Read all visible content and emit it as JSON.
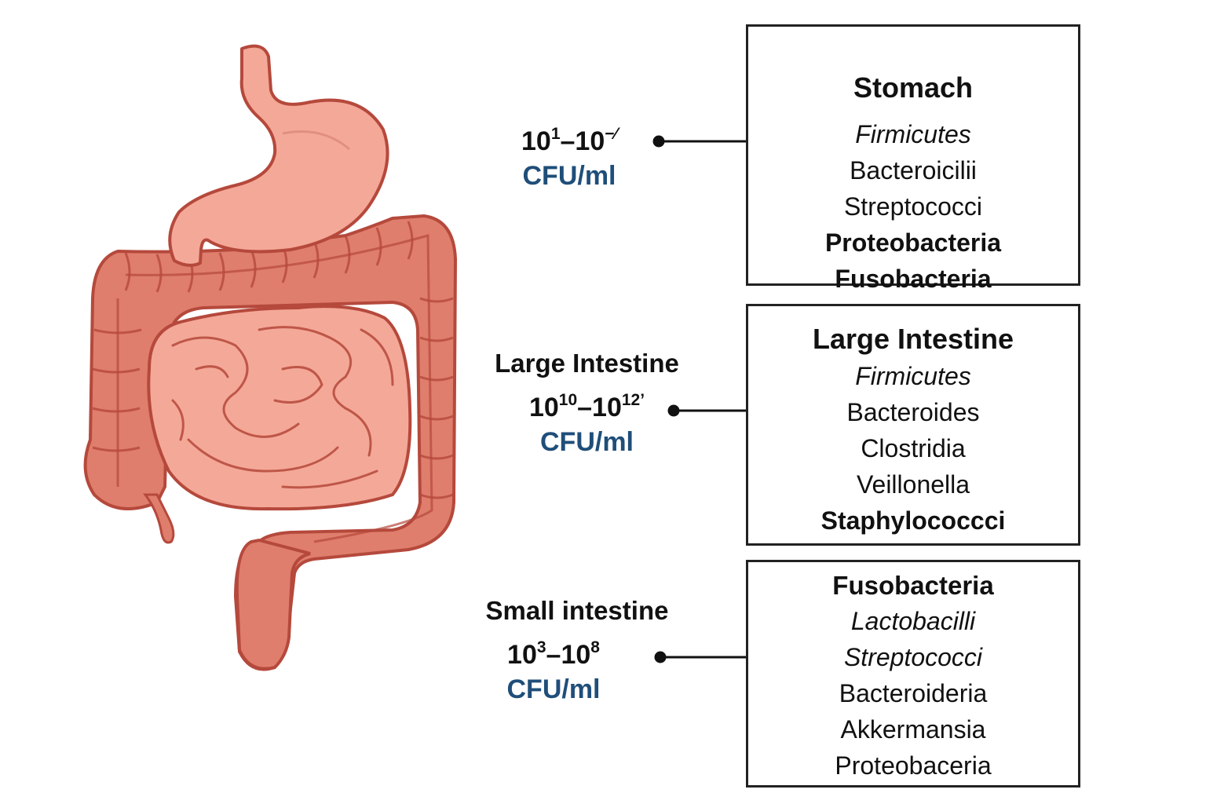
{
  "illustration": {
    "name": "digestive tract illustration"
  },
  "colors": {
    "organ_fill": "#f4a898",
    "colon_fill": "#df7e6c",
    "outline": "#b5493c",
    "unit_blue": "#1f4e79"
  },
  "labels": {
    "stomach": {
      "region": "",
      "range_base1": "10",
      "range_exp1": "1",
      "range_sep": "–10",
      "range_exp2": "−⁄",
      "unit": "CFU/ml"
    },
    "large": {
      "region": "Large Intestine",
      "range_base1": "10",
      "range_exp1": "10",
      "range_sep": "–10",
      "range_exp2": "12’",
      "unit": "CFU/ml"
    },
    "small": {
      "region": "Small intestine",
      "range_base1": "10",
      "range_exp1": "3",
      "range_sep": "–10",
      "range_exp2": "8",
      "unit": "CFU/ml"
    }
  },
  "boxes": {
    "stomach": {
      "title": "Stomach",
      "items": [
        {
          "text": "Firmicutes",
          "style": "italic"
        },
        {
          "text": "Bacteroicilii",
          "style": "normal"
        },
        {
          "text": "Streptococci",
          "style": "normal"
        },
        {
          "text": "Proteobacteria",
          "style": "bold"
        },
        {
          "text": "Fusobacteria",
          "style": "bold"
        }
      ]
    },
    "large": {
      "title": "Large Intestine",
      "items": [
        {
          "text": "Firmicutes",
          "style": "italic"
        },
        {
          "text": "Bacteroides",
          "style": "normal"
        },
        {
          "text": "Clostridia",
          "style": "normal"
        },
        {
          "text": "Veillonella",
          "style": "normal"
        },
        {
          "text": "Staphylococcci",
          "style": "bold"
        }
      ]
    },
    "small": {
      "title": "Fusobacteria",
      "items": [
        {
          "text": "Lactobacilli",
          "style": "italic"
        },
        {
          "text": "Streptococci",
          "style": "italic"
        },
        {
          "text": "Bacteroideria",
          "style": "normal"
        },
        {
          "text": "Akkermansia",
          "style": "normal"
        },
        {
          "text": "Proteobaceria",
          "style": "normal"
        }
      ]
    }
  }
}
